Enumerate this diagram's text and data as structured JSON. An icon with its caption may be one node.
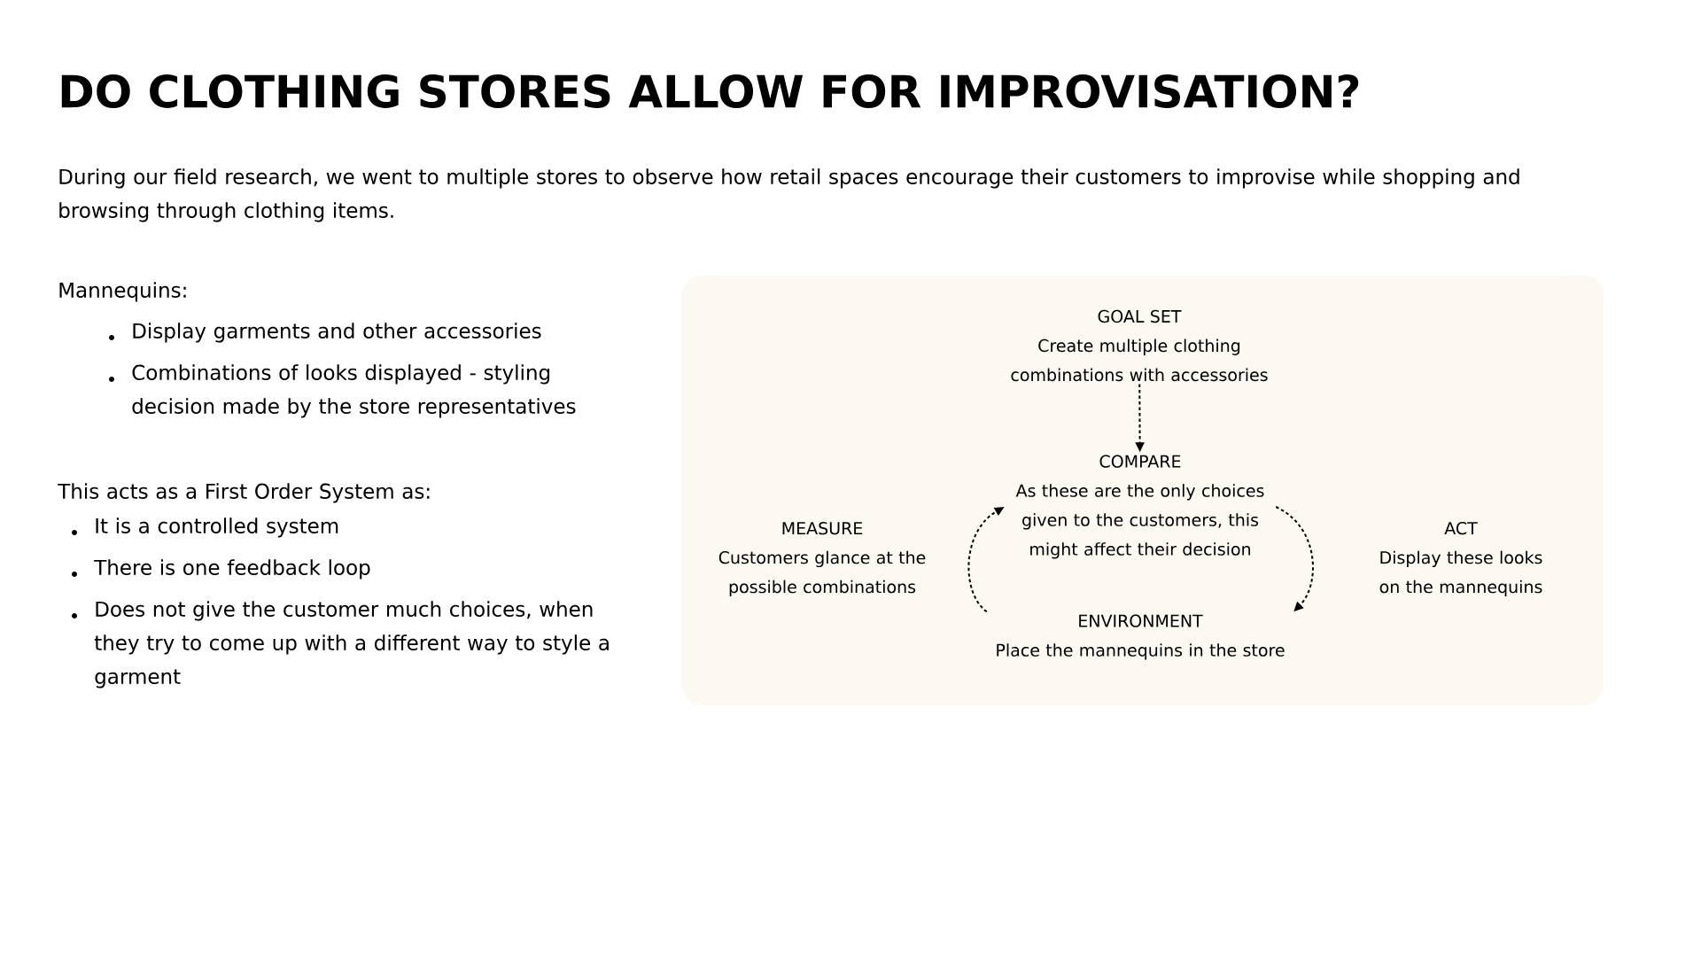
{
  "diagram": {
    "title": "DO CLOTHING STORES ALLOW FOR IMPROVISATION?",
    "nodes": [
      {
        "text": [
          "GOAL SET",
          "Create multiple clothing combinations with accessories"
        ]
      },
      {
        "text": [
          "COMPARE",
          "As these are the only choices given to the customers, this might affect their decision"
        ]
      },
      {
        "text": [
          "MEASURE",
          "Customers glance at the possible combinations"
        ]
      },
      {
        "text": [
          "ACT",
          "Display these looks on the mannequins"
        ]
      },
      {
        "text": [
          "ENVIRONMENT",
          "Place the mannequins in the store"
        ]
      }
    ],
    "edges": [
      {
        "from": 0,
        "to": 1,
        "arrow": "to",
        "style": "dashed"
      },
      {
        "from": 1,
        "to": 4,
        "arrow": "to",
        "style": "dashed"
      },
      {
        "from": 4,
        "to": 1,
        "arrow": "to",
        "style": "dashed"
      }
    ],
    "labels": [
      "During our field research, we went to multiple stores to observe how retail spaces encourage their customers to improvise while shopping and browsing through clothing items.",
      "Mannequins:",
      "Display garments and other accessories",
      "Combinations of looks displayed - styling decision made by the store representatives",
      "This acts as a First Order System as:",
      "It is a controlled system",
      "There is one feedback loop",
      "Does not give the customer much choices, when they try to come up with a different way to style a garment"
    ]
  }
}
